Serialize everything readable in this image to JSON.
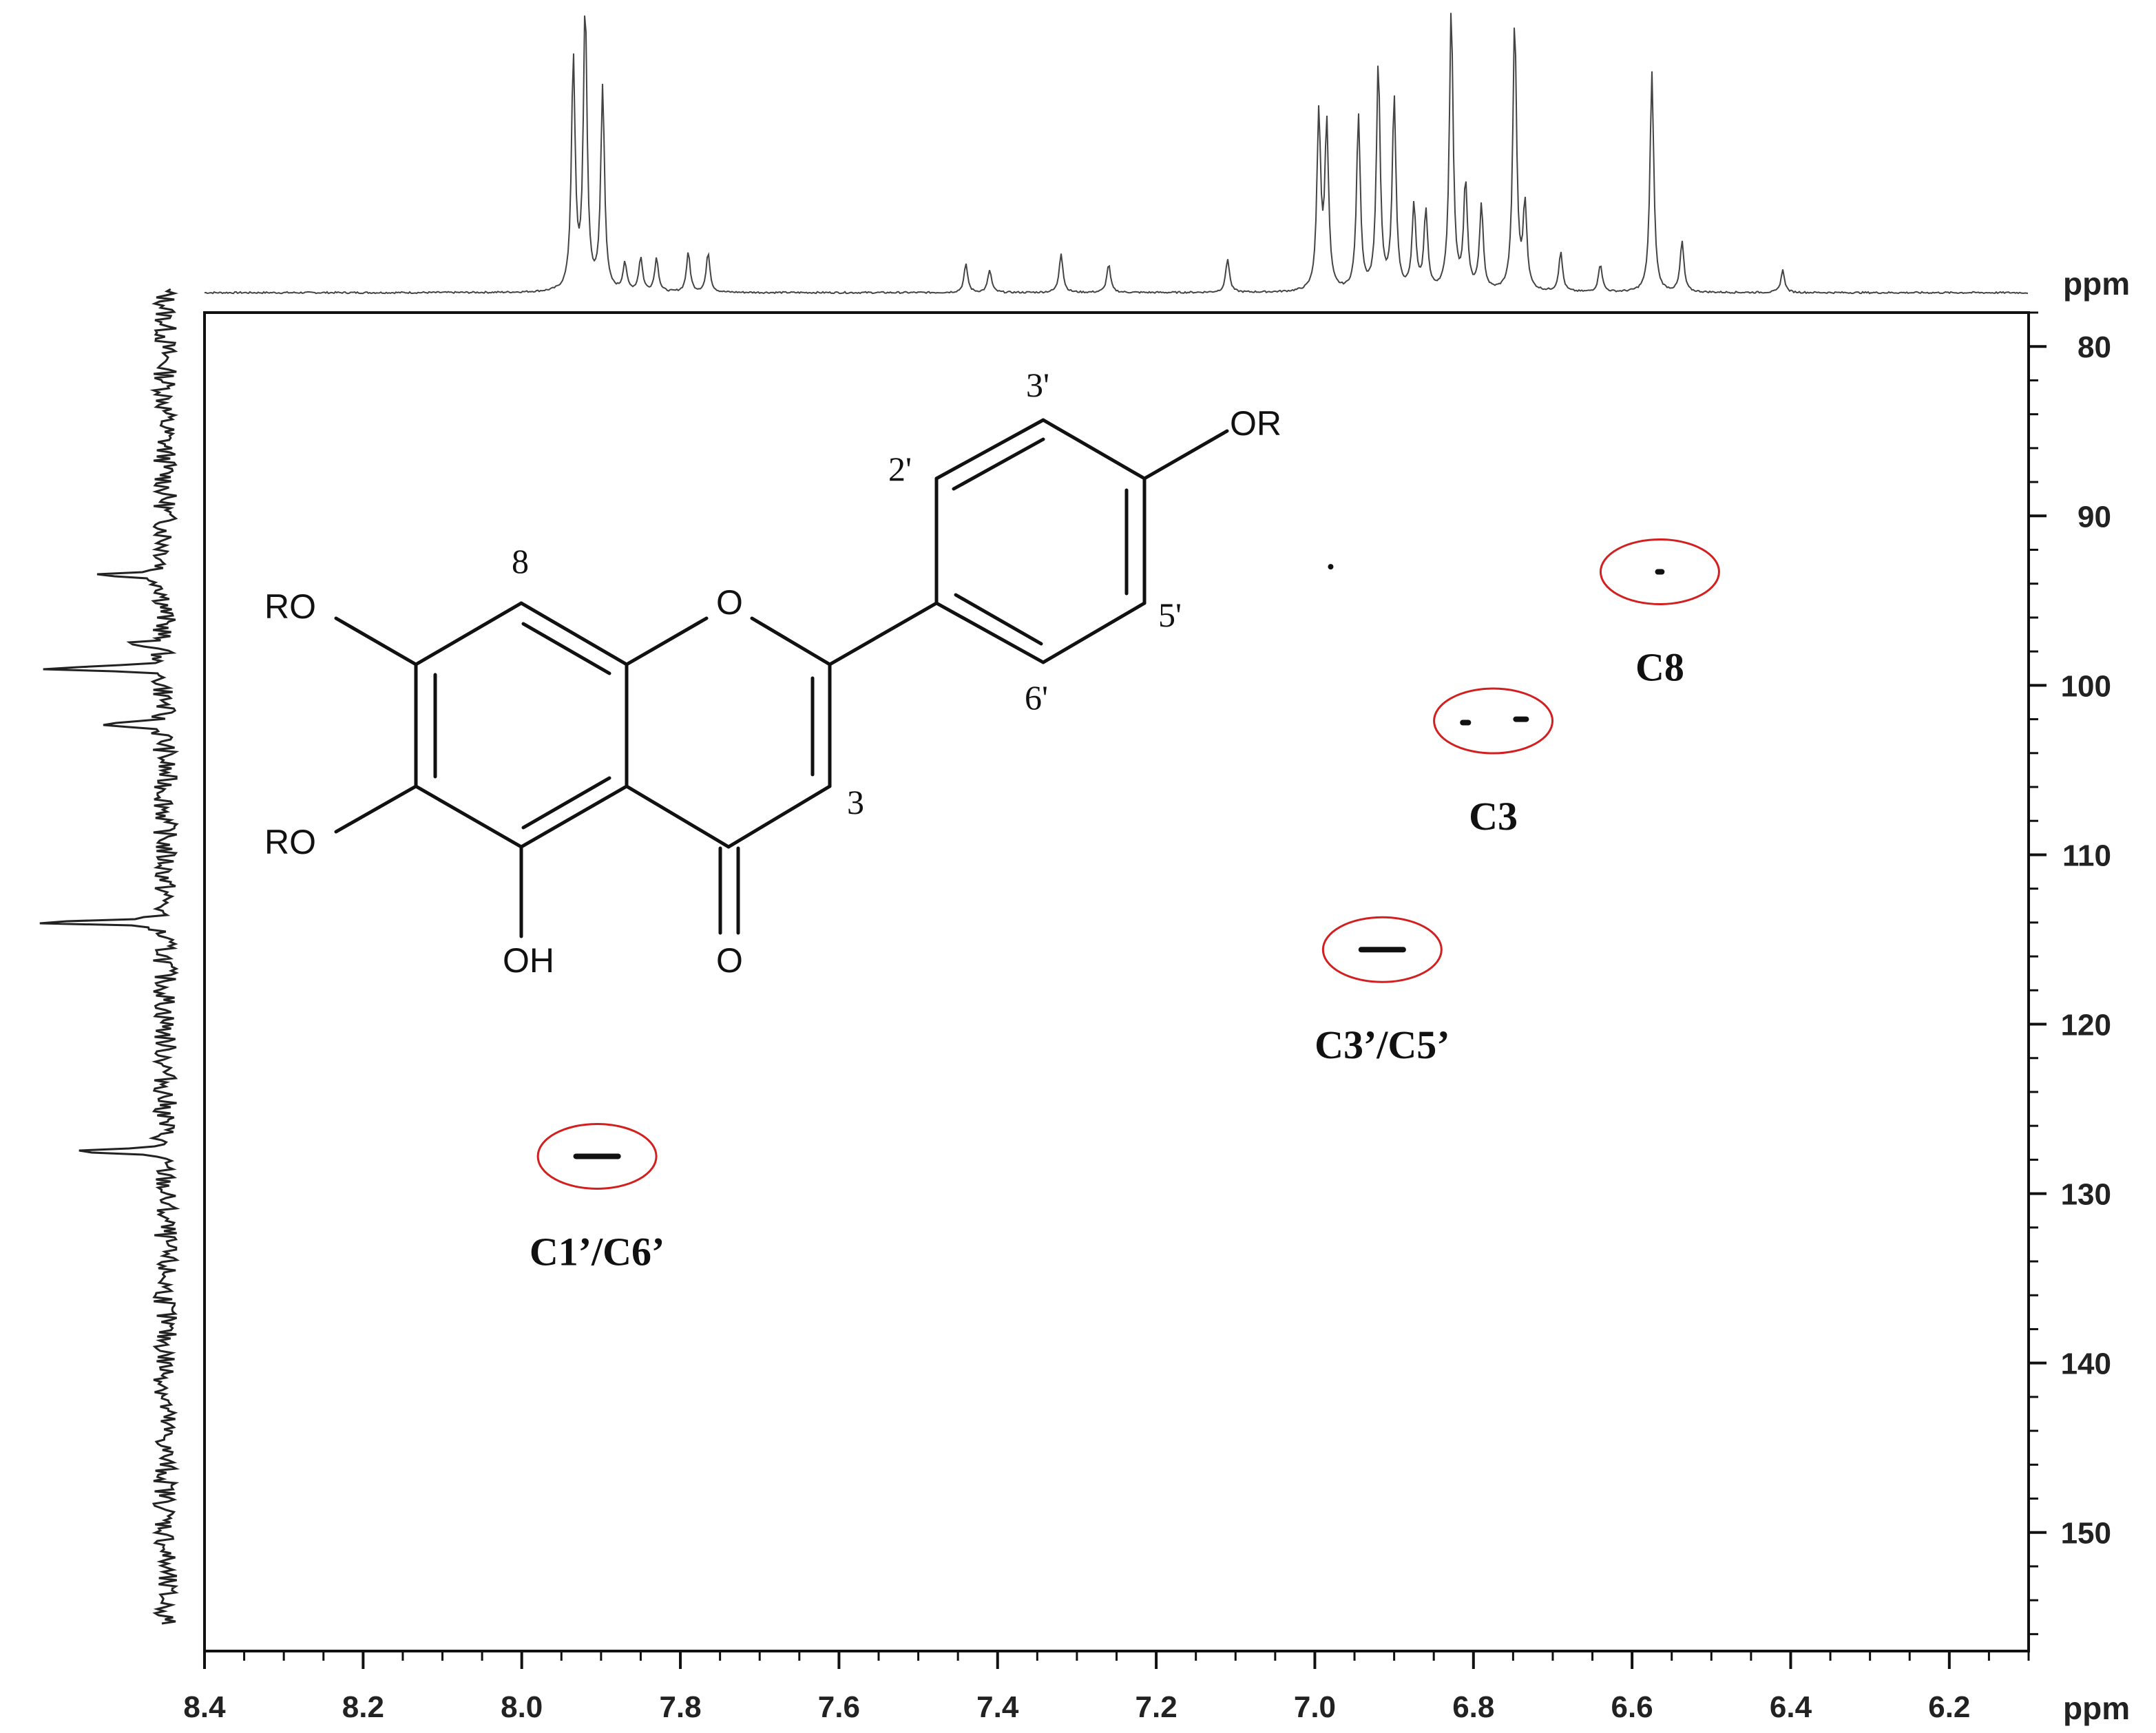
{
  "chart_data": {
    "type": "scatter",
    "x_unit": "ppm",
    "y_unit": "ppm",
    "xlim": [
      8.4,
      6.1
    ],
    "ylim": [
      78,
      157
    ],
    "x_ticks": [
      8.4,
      8.2,
      8.0,
      7.8,
      7.6,
      7.4,
      7.2,
      7.0,
      6.8,
      6.6,
      6.4,
      6.2
    ],
    "x_tick_labels": [
      "8.4",
      "8.2",
      "8.0",
      "7.8",
      "7.6",
      "7.4",
      "7.2",
      "7.0",
      "6.8",
      "6.6",
      "6.4",
      "6.2"
    ],
    "y_ticks": [
      80,
      90,
      100,
      110,
      120,
      130,
      140,
      150
    ],
    "y_tick_labels": [
      "80",
      "90",
      "100",
      "110",
      "120",
      "130",
      "140",
      "150"
    ],
    "grid": false,
    "cross_peaks": [
      {
        "x": 7.905,
        "y": 127.8,
        "width_ppm": 0.06
      },
      {
        "x": 6.915,
        "y": 115.6,
        "width_ppm": 0.06
      },
      {
        "x": 6.81,
        "y": 102.2,
        "width_ppm": 0.014
      },
      {
        "x": 6.74,
        "y": 102.0,
        "width_ppm": 0.02
      },
      {
        "x": 6.565,
        "y": 93.3,
        "width_ppm": 0.012
      },
      {
        "x": 6.98,
        "y": 93.0,
        "width_ppm": 0.004
      }
    ],
    "annotations": [
      {
        "label": "C1’/C6’",
        "x": 7.905,
        "y": 127.8
      },
      {
        "label": "C3’/C5’",
        "x": 6.915,
        "y": 115.6
      },
      {
        "label": "C3",
        "x": 6.775,
        "y": 102.1
      },
      {
        "label": "C8",
        "x": 6.565,
        "y": 93.3
      }
    ],
    "projection_1H": [
      {
        "x": 7.935,
        "h": 0.82
      },
      {
        "x": 7.92,
        "h": 1.0
      },
      {
        "x": 7.898,
        "h": 0.72
      },
      {
        "x": 7.87,
        "h": 0.1
      },
      {
        "x": 7.85,
        "h": 0.12
      },
      {
        "x": 7.83,
        "h": 0.12
      },
      {
        "x": 7.79,
        "h": 0.14
      },
      {
        "x": 7.765,
        "h": 0.14
      },
      {
        "x": 7.44,
        "h": 0.1
      },
      {
        "x": 7.41,
        "h": 0.08
      },
      {
        "x": 7.32,
        "h": 0.14
      },
      {
        "x": 7.26,
        "h": 0.1
      },
      {
        "x": 7.11,
        "h": 0.12
      },
      {
        "x": 6.995,
        "h": 0.62
      },
      {
        "x": 6.985,
        "h": 0.58
      },
      {
        "x": 6.945,
        "h": 0.62
      },
      {
        "x": 6.92,
        "h": 0.8
      },
      {
        "x": 6.9,
        "h": 0.68
      },
      {
        "x": 6.875,
        "h": 0.3
      },
      {
        "x": 6.86,
        "h": 0.28
      },
      {
        "x": 6.828,
        "h": 1.0
      },
      {
        "x": 6.81,
        "h": 0.38
      },
      {
        "x": 6.79,
        "h": 0.3
      },
      {
        "x": 6.748,
        "h": 0.96
      },
      {
        "x": 6.735,
        "h": 0.3
      },
      {
        "x": 6.69,
        "h": 0.14
      },
      {
        "x": 6.64,
        "h": 0.1
      },
      {
        "x": 6.575,
        "h": 0.78
      },
      {
        "x": 6.537,
        "h": 0.18
      },
      {
        "x": 6.41,
        "h": 0.08
      }
    ],
    "projection_13C": [
      {
        "y": 93.5,
        "h": 0.55
      },
      {
        "y": 97.5,
        "h": 0.3
      },
      {
        "y": 99.0,
        "h": 1.0
      },
      {
        "y": 102.3,
        "h": 0.55
      },
      {
        "y": 114.0,
        "h": 1.0
      },
      {
        "y": 127.5,
        "h": 0.75
      }
    ]
  },
  "structure_labels": {
    "ro_top": "RO",
    "ro_bottom": "RO",
    "oh": "OH",
    "ring_o": "O",
    "carbonyl_o": "O",
    "or": "OR",
    "h8": "8",
    "h3": "3",
    "h2p": "2'",
    "h3p": "3'",
    "h5p": "5'",
    "h6p": "6'"
  }
}
